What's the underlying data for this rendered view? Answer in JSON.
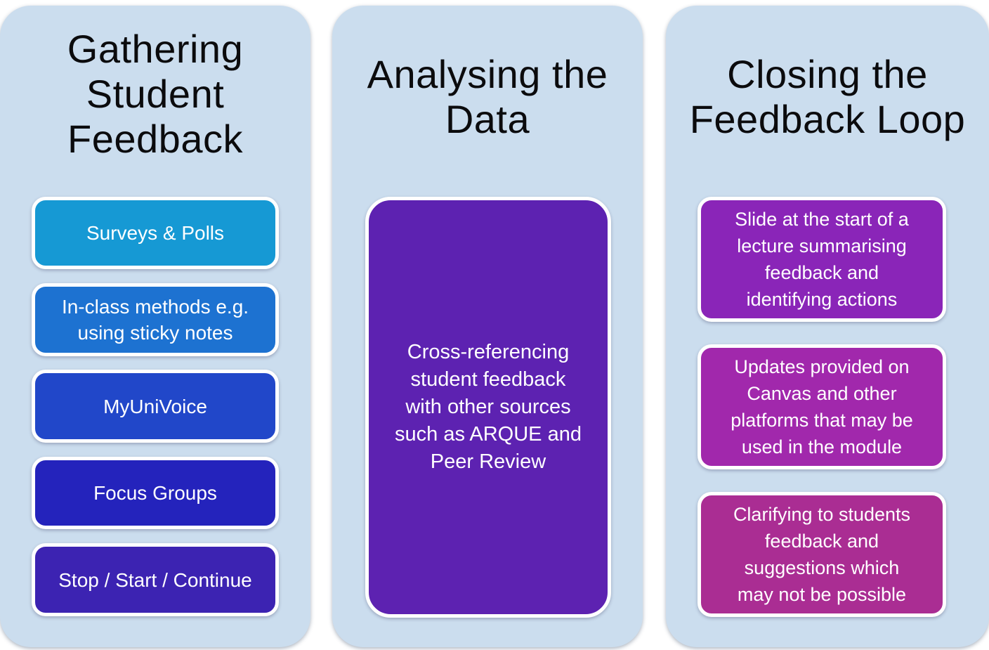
{
  "diagram": {
    "title_color": "#0B0B0D",
    "label_color": "#FFFFFF",
    "column_background": "#CBDDEE",
    "columns": [
      {
        "title": "Gathering\nStudent\nFeedback",
        "boxes": [
          {
            "label": "Surveys & Polls",
            "color": "#1699D4"
          },
          {
            "label": "In-class methods e.g.\nusing sticky notes",
            "color": "#1D72D1"
          },
          {
            "label": "MyUniVoice",
            "color": "#2147C9"
          },
          {
            "label": "Focus Groups",
            "color": "#2423BC"
          },
          {
            "label": "Stop / Start / Continue",
            "color": "#3C23B2"
          }
        ]
      },
      {
        "title": "Analysing the\nData",
        "boxes": [
          {
            "label": "Cross-referencing\nstudent feedback\nwith other sources\nsuch as ARQUE and\nPeer Review",
            "color": "#5D22B1"
          }
        ]
      },
      {
        "title": "Closing the\nFeedback Loop",
        "boxes": [
          {
            "label": "Slide at the start of a\nlecture summarising\nfeedback and\nidentifying actions",
            "color": "#8A25B8"
          },
          {
            "label": "Updates provided on\nCanvas and other\nplatforms that may be\nused in the module",
            "color": "#A128AC"
          },
          {
            "label": "Clarifying to students\nfeedback and\nsuggestions which\nmay not be possible",
            "color": "#AA2D93"
          }
        ]
      }
    ]
  }
}
